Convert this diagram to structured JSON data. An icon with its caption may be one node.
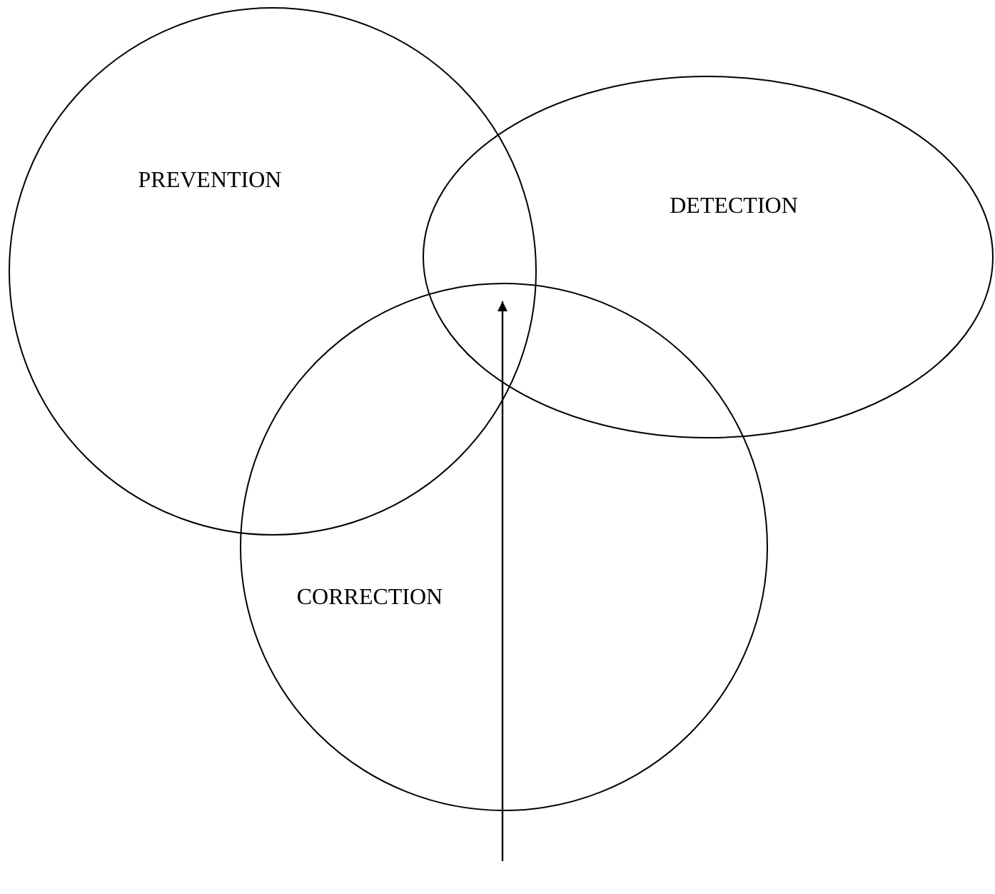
{
  "diagram": {
    "nodes": [
      {
        "text": [
          "PREVENTION"
        ]
      },
      {
        "text": [
          "DETECTION"
        ]
      },
      {
        "text": [
          "CORRECTION"
        ]
      }
    ]
  }
}
